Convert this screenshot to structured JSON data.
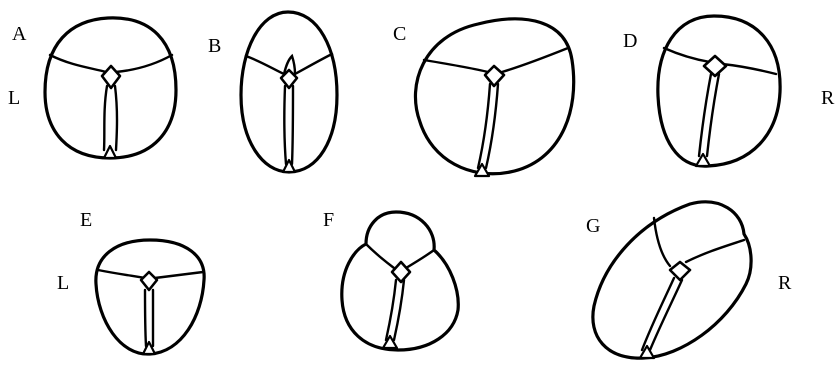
{
  "panels": [
    {
      "id": "A",
      "label": "A"
    },
    {
      "id": "B",
      "label": "B"
    },
    {
      "id": "C",
      "label": "C"
    },
    {
      "id": "D",
      "label": "D"
    },
    {
      "id": "E",
      "label": "E"
    },
    {
      "id": "F",
      "label": "F"
    },
    {
      "id": "G",
      "label": "G"
    }
  ],
  "side_labels": {
    "top_left": "L",
    "top_right": "R",
    "bottom_left": "L",
    "bottom_right": "R"
  },
  "colors": {
    "line": "#000000",
    "background": "#ffffff"
  }
}
